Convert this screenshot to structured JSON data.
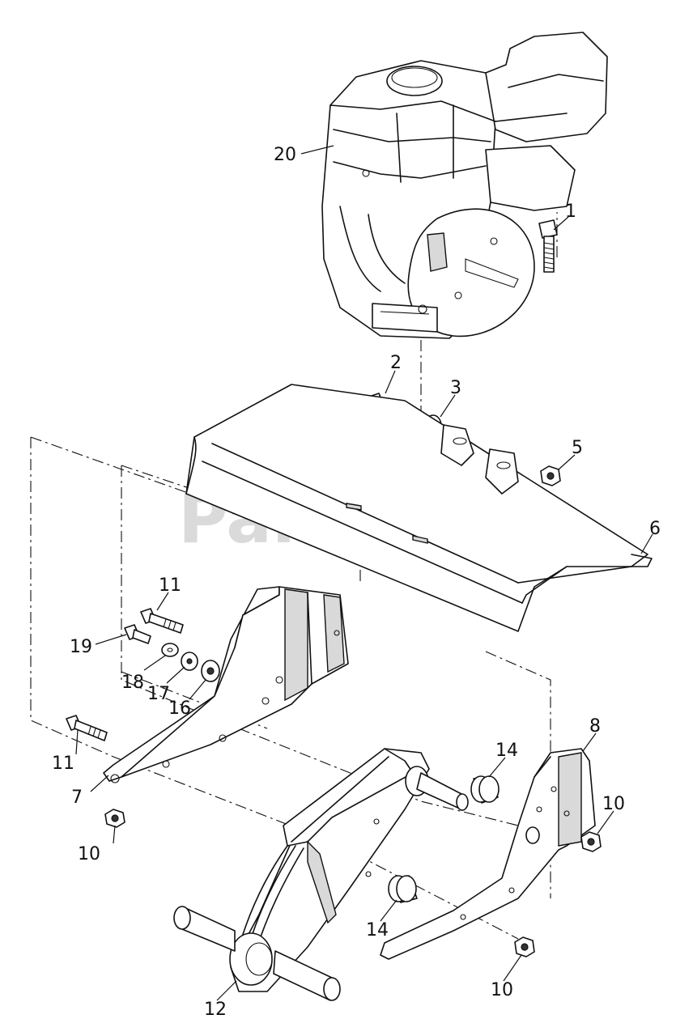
{
  "watermark": "PartsTree",
  "callouts": [
    {
      "id": "c1",
      "label": "1"
    },
    {
      "id": "c2",
      "label": "2"
    },
    {
      "id": "c3",
      "label": "3"
    },
    {
      "id": "c5",
      "label": "5"
    },
    {
      "id": "c6",
      "label": "6"
    },
    {
      "id": "c7",
      "label": "7"
    },
    {
      "id": "c8",
      "label": "8"
    },
    {
      "id": "c10a",
      "label": "10"
    },
    {
      "id": "c10b",
      "label": "10"
    },
    {
      "id": "c10c",
      "label": "10"
    },
    {
      "id": "c11a",
      "label": "11"
    },
    {
      "id": "c11b",
      "label": "11"
    },
    {
      "id": "c12",
      "label": "12"
    },
    {
      "id": "c14a",
      "label": "14"
    },
    {
      "id": "c14b",
      "label": "14"
    },
    {
      "id": "c16",
      "label": "16"
    },
    {
      "id": "c17",
      "label": "17"
    },
    {
      "id": "c18",
      "label": "18"
    },
    {
      "id": "c19",
      "label": "19"
    },
    {
      "id": "c20",
      "label": "20"
    }
  ]
}
